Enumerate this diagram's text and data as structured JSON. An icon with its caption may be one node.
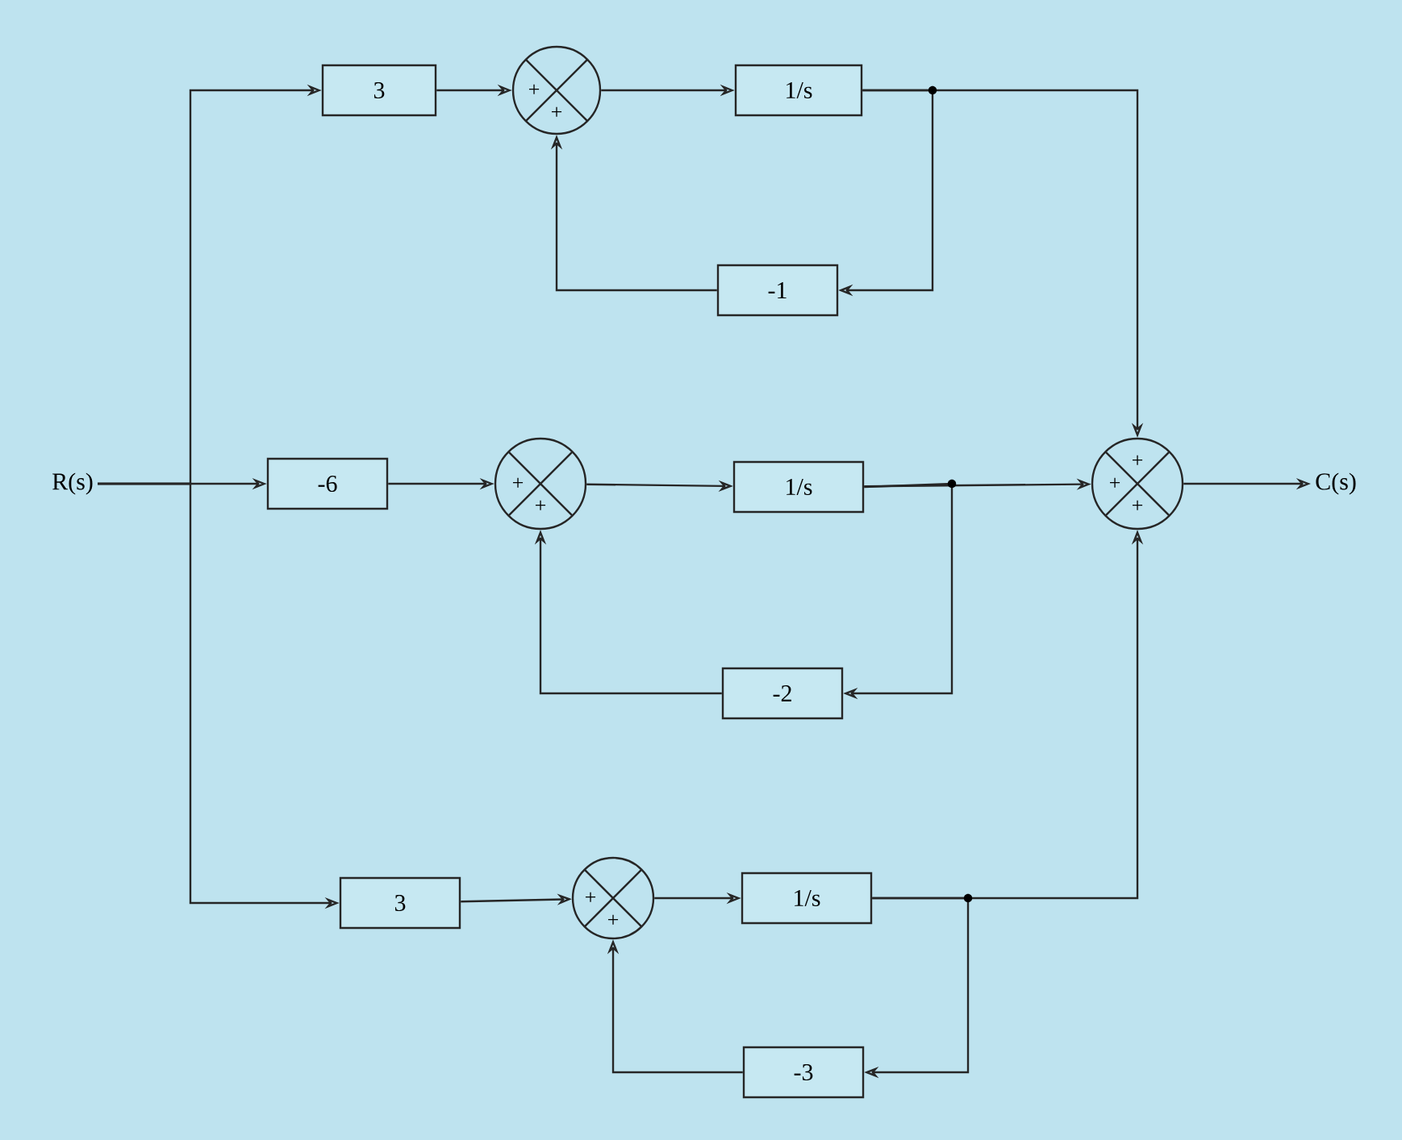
{
  "diagram": {
    "nodes": [
      {
        "text": [
          "R(s)"
        ]
      },
      {
        "text": [
          "3"
        ]
      },
      {
        "text": [
          "+",
          "+"
        ]
      },
      {
        "text": [
          "1/s"
        ]
      },
      {
        "text": [
          "-1"
        ]
      },
      {
        "text": [
          "-6"
        ]
      },
      {
        "text": [
          "+",
          "+"
        ]
      },
      {
        "text": [
          "1/s"
        ]
      },
      {
        "text": [
          "-2"
        ]
      },
      {
        "text": [
          "3"
        ]
      },
      {
        "text": [
          "+",
          "+"
        ]
      },
      {
        "text": [
          "1/s"
        ]
      },
      {
        "text": [
          "-3"
        ]
      },
      {
        "text": [
          "+",
          "+",
          "+"
        ]
      },
      {
        "text": [
          "C(s)"
        ]
      }
    ],
    "edges": [
      {
        "from": 0,
        "to": 1,
        "arrow": "to"
      },
      {
        "from": 0,
        "to": 5,
        "arrow": "to"
      },
      {
        "from": 0,
        "to": 9,
        "arrow": "to"
      },
      {
        "from": 1,
        "to": 2,
        "arrow": "to"
      },
      {
        "from": 2,
        "to": 3,
        "arrow": "to"
      },
      {
        "from": 3,
        "to": 4,
        "arrow": "to"
      },
      {
        "from": 4,
        "to": 2,
        "arrow": "to"
      },
      {
        "from": 3,
        "to": 13,
        "arrow": "to"
      },
      {
        "from": 5,
        "to": 6,
        "arrow": "to"
      },
      {
        "from": 6,
        "to": 7,
        "arrow": "to"
      },
      {
        "from": 7,
        "to": 8,
        "arrow": "to"
      },
      {
        "from": 8,
        "to": 6,
        "arrow": "to"
      },
      {
        "from": 7,
        "to": 13,
        "arrow": "to"
      },
      {
        "from": 9,
        "to": 10,
        "arrow": "to"
      },
      {
        "from": 10,
        "to": 11,
        "arrow": "to"
      },
      {
        "from": 11,
        "to": 12,
        "arrow": "to"
      },
      {
        "from": 12,
        "to": 10,
        "arrow": "to"
      },
      {
        "from": 11,
        "to": 13,
        "arrow": "to"
      },
      {
        "from": 13,
        "to": 14,
        "arrow": "to"
      }
    ]
  }
}
